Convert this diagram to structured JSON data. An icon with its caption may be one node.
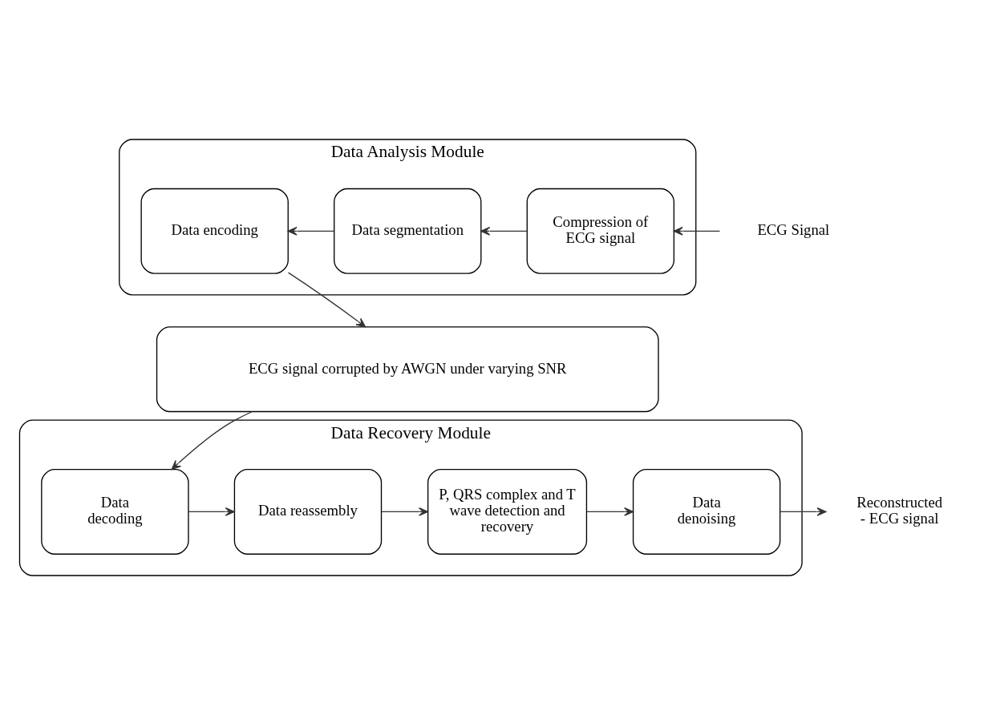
{
  "diagram": {
    "nodes": [
      {
        "text": [
          "Data Analysis Module"
        ]
      },
      {
        "text": [
          "ECG Signal"
        ]
      },
      {
        "text": [
          "Compression of ECG signal"
        ],
        "in": 0
      },
      {
        "text": [
          "Data segmentation"
        ],
        "in": 0
      },
      {
        "text": [
          "Data encoding"
        ],
        "in": 0
      },
      {
        "text": [
          "ECG signal corrupted by AWGN under varying SNR"
        ]
      },
      {
        "text": [
          "Data Recovery Module"
        ]
      },
      {
        "text": [
          "Reconstructed - ECG signal"
        ]
      },
      {
        "text": [
          "Data denoising"
        ],
        "in": 6
      },
      {
        "text": [
          "P, QRS complex and T wave detection and recovery"
        ],
        "in": 6
      },
      {
        "text": [
          "Data reassembly"
        ],
        "in": 6
      },
      {
        "text": [
          "Data decoding"
        ],
        "in": 6
      }
    ],
    "edges": [
      {
        "from": 1,
        "to": 2,
        "arrow": "to"
      },
      {
        "from": 2,
        "to": 3,
        "arrow": "to"
      },
      {
        "from": 3,
        "to": 4,
        "arrow": "to"
      },
      {
        "from": 4,
        "to": 5,
        "arrow": "to"
      },
      {
        "from": 5,
        "to": 11,
        "arrow": "to"
      },
      {
        "from": 11,
        "to": 10,
        "arrow": "to"
      },
      {
        "from": 10,
        "to": 9,
        "arrow": "to"
      },
      {
        "from": 9,
        "to": 8,
        "arrow": "to"
      },
      {
        "from": 8,
        "to": 7,
        "arrow": "to"
      }
    ]
  }
}
